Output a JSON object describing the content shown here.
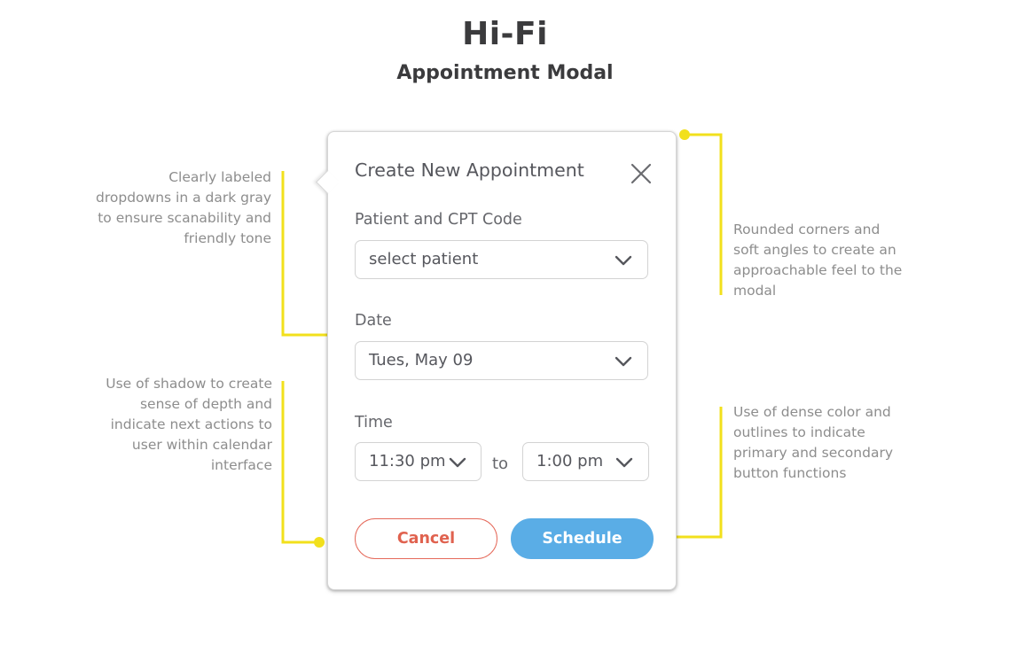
{
  "header": {
    "title": "Hi-Fi",
    "subtitle": "Appointment Modal"
  },
  "annotations": {
    "dropdowns": [
      "Clearly labeled",
      "dropdowns in a dark gray",
      "to ensure scanability and",
      "friendly tone"
    ],
    "shadow": [
      "Use of shadow to create",
      "sense of depth and",
      "indicate next actions to",
      "user within calendar",
      "interface"
    ],
    "corners": [
      "Rounded corners and",
      "soft angles to create an",
      "approachable feel to the",
      "modal"
    ],
    "buttons": [
      "Use of dense color and",
      "outlines to indicate",
      "primary and secondary",
      "button functions"
    ]
  },
  "modal": {
    "title": "Create New Appointment",
    "patient_label": "Patient and CPT Code",
    "patient_value": "select patient",
    "date_label": "Date",
    "date_value": "Tues, May 09",
    "time_label": "Time",
    "time_start": "11:30 pm",
    "time_separator": "to",
    "time_end": "1:00 pm",
    "cancel_label": "Cancel",
    "schedule_label": "Schedule"
  },
  "colors": {
    "annotation_line": "#f2e01c",
    "primary_button": "#5aade6",
    "cancel_outline": "#e56a5b",
    "text_dark": "#56575d",
    "annotation_text": "#8d8d8d"
  },
  "icons": {
    "close": "close-icon",
    "dropdown": "chevron-down-icon"
  }
}
